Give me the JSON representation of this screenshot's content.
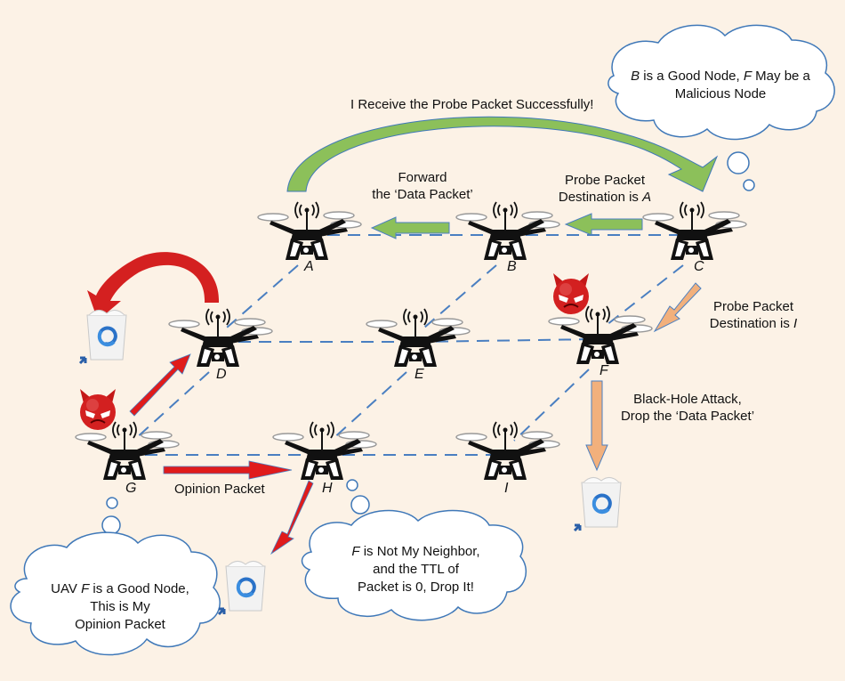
{
  "colors": {
    "background": "#fcf2e6",
    "link_dash": "#4a7fc1",
    "green_arrow": "#8cc05a",
    "orange_arrow": "#f2b07c",
    "red_arrow": "#e01b1b",
    "cloud_stroke": "#3f78b8",
    "drone": "#111111"
  },
  "nodes": [
    {
      "id": "A",
      "malicious": false
    },
    {
      "id": "B",
      "malicious": false
    },
    {
      "id": "C",
      "malicious": false
    },
    {
      "id": "D",
      "malicious": false
    },
    {
      "id": "E",
      "malicious": false
    },
    {
      "id": "F",
      "malicious": true
    },
    {
      "id": "G",
      "malicious": true
    },
    {
      "id": "H",
      "malicious": false
    },
    {
      "id": "I",
      "malicious": false
    }
  ],
  "links": [
    [
      "A",
      "B"
    ],
    [
      "B",
      "C"
    ],
    [
      "D",
      "E"
    ],
    [
      "E",
      "F"
    ],
    [
      "G",
      "H"
    ],
    [
      "H",
      "I"
    ],
    [
      "A",
      "D"
    ],
    [
      "D",
      "G"
    ],
    [
      "B",
      "E"
    ],
    [
      "E",
      "H"
    ],
    [
      "C",
      "F"
    ],
    [
      "F",
      "I"
    ]
  ],
  "labels": {
    "receive": "I Receive the Probe Packet Successfully!",
    "forward_1": "Forward",
    "forward_2": "the ‘Data Packet’",
    "probe_a_1": "Probe Packet",
    "probe_a_2": "Destination is ",
    "probe_a_node": "A",
    "probe_i_1": "Probe Packet",
    "probe_i_2": "Destination is ",
    "probe_i_node": "I",
    "blackhole_1": "Black-Hole Attack,",
    "blackhole_2": "Drop the ‘Data Packet’",
    "opinion": "Opinion Packet"
  },
  "clouds": {
    "top_right": {
      "node1": "B",
      "text1": " is a Good Node, ",
      "node2": "F",
      "text2": " May be a",
      "line2": "Malicious Node"
    },
    "bottom_left": {
      "prefix": "UAV ",
      "node": "F",
      "text1": " is a Good Node,",
      "line2": "This is My",
      "line3": "Opinion Packet"
    },
    "bottom_middle": {
      "node": "F",
      "text1": " is Not My Neighbor,",
      "line2": "and the TTL of",
      "line3": "Packet is 0, Drop It!"
    }
  }
}
